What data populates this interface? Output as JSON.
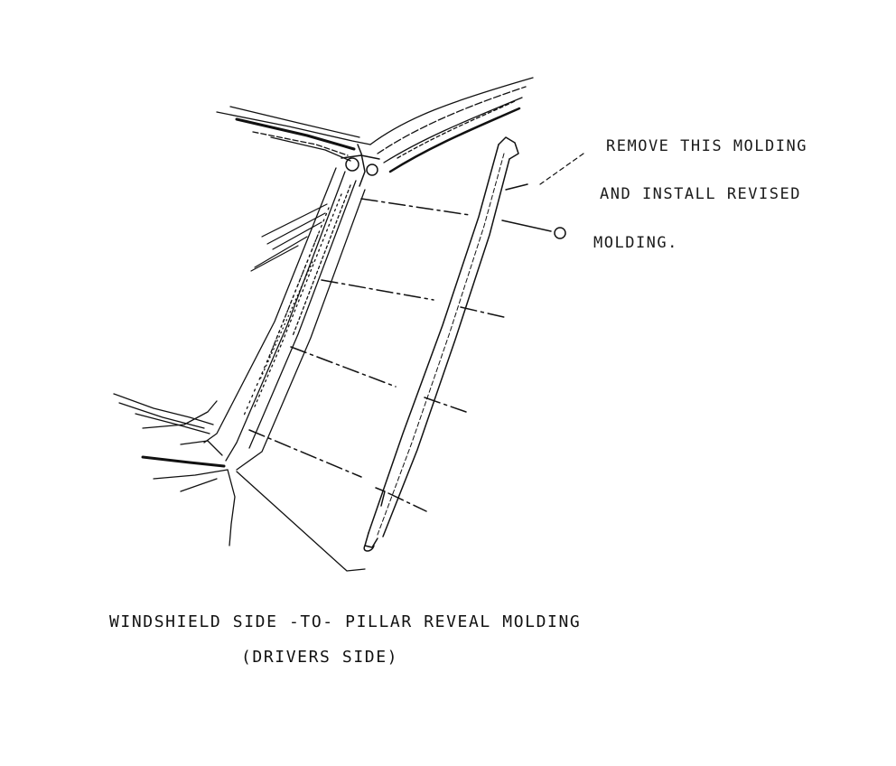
{
  "callout": {
    "lines": [
      "REMOVE THIS MOLDING",
      "AND INSTALL REVISED",
      "MOLDING."
    ]
  },
  "caption": {
    "title": "WINDSHIELD SIDE -TO- PILLAR REVEAL MOLDING",
    "subtitle": "(DRIVERS SIDE)"
  },
  "colors": {
    "ink": "#111111",
    "paper": "#ffffff"
  }
}
